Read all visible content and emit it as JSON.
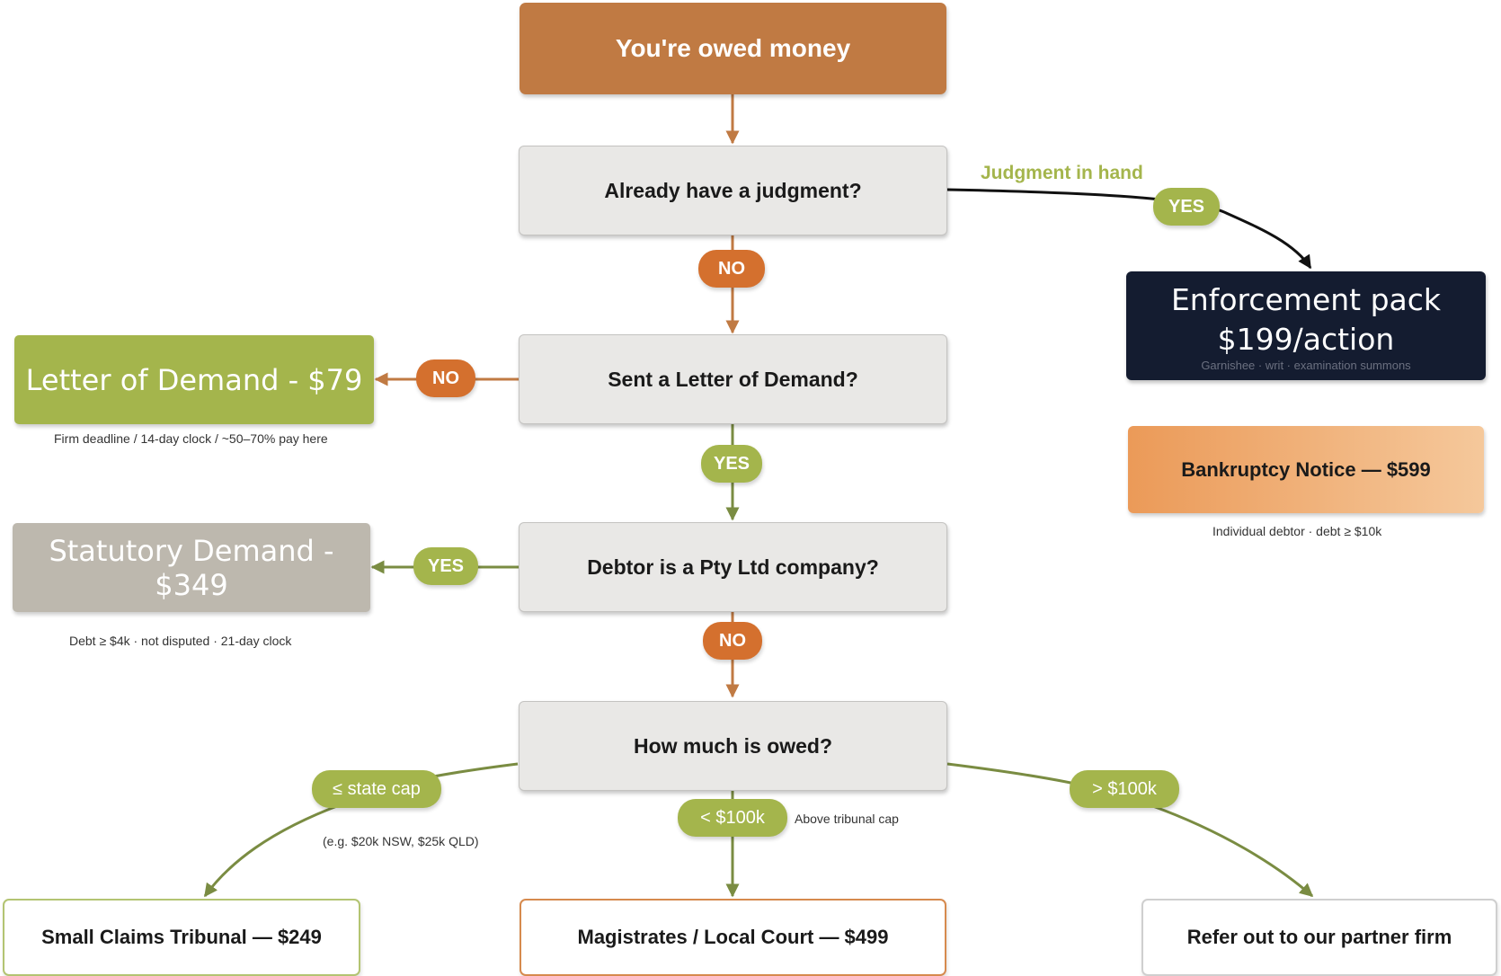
{
  "nodes": {
    "start": "You're owed money",
    "judgment_q": "Already have a judgment?",
    "letter_q": "Sent a Letter of Demand?",
    "pty_q": "Debtor is a Pty Ltd company?",
    "amount_q": "How much is owed?",
    "enforcement_line1": "Enforcement pack",
    "enforcement_line2": "$199/action",
    "enforcement_sub": "Garnishee · writ · examination summons",
    "bankruptcy": "Bankruptcy Notice — $599",
    "letter_outcome": "Letter of Demand - $79",
    "statutory_outcome": "Statutory Demand - $349",
    "small_claims": "Small Claims Tribunal — $249",
    "magistrates": "Magistrates / Local Court — $499",
    "refer_out": "Refer out to our partner firm"
  },
  "labels": {
    "judgment_yes": "YES",
    "judgment_no": "NO",
    "letter_no": "NO",
    "letter_yes": "YES",
    "pty_yes": "YES",
    "pty_no": "NO",
    "state_cap": "≤ state cap",
    "under_100k": "< $100k",
    "over_100k": "> $100k",
    "judgment_in_hand": "Judgment in hand"
  },
  "notes": {
    "letter": "Firm deadline / 14-day clock / ~50–70% pay here",
    "statutory": "Debt ≥ $4k · not disputed · 21-day clock",
    "bankruptcy": "Individual debtor · debt ≥ $10k",
    "state_cap": "(e.g. $20k NSW, $25k QLD)",
    "above_tribunal": "Above tribunal cap"
  },
  "colors": {
    "start": "#c07a43",
    "letter_outcome": "#a4b54c",
    "statutory_outcome": "#bdb8ae",
    "enforcement": "#141c30",
    "bankruptcy_from": "#eb9a58",
    "bankruptcy_to": "#f5c89b",
    "green_arrow": "#7a8c42",
    "orange_arrow": "#c07a43",
    "yes_pill": "#a4b54c",
    "no_pill": "#d4702e"
  }
}
